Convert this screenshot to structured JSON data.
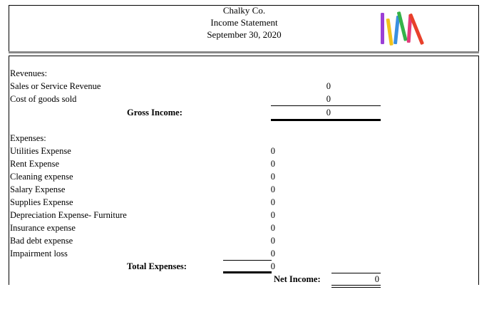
{
  "header": {
    "company": "Chalky Co.",
    "statement": "Income Statement",
    "date": "September 30, 2020",
    "logo_colors": [
      "#9b3fd6",
      "#f2c21a",
      "#3a8fe0",
      "#35b24a",
      "#e43a7d",
      "#e8402b"
    ]
  },
  "revenues": {
    "heading": "Revenues:",
    "items": [
      {
        "label": "Sales or Service Revenue",
        "value": "0"
      },
      {
        "label": "Cost of goods sold",
        "value": "0"
      }
    ],
    "gross_income_label": "Gross Income:",
    "gross_income_value": "0"
  },
  "expenses": {
    "heading": "Expenses:",
    "items": [
      {
        "label": "Utilities Expense",
        "value": "0"
      },
      {
        "label": "Rent Expense",
        "value": "0"
      },
      {
        "label": "Cleaning expense",
        "value": "0"
      },
      {
        "label": "Salary Expense",
        "value": "0"
      },
      {
        "label": "Supplies Expense",
        "value": "0"
      },
      {
        "label": "Depreciation Expense- Furniture",
        "value": "0"
      },
      {
        "label": "Insurance expense",
        "value": "0"
      },
      {
        "label": "Bad debt expense",
        "value": "0"
      },
      {
        "label": "Impairment loss",
        "value": "0"
      }
    ],
    "total_label": "Total Expenses:",
    "total_value": "0"
  },
  "net_income": {
    "label": "Net Income:",
    "value": "0"
  }
}
